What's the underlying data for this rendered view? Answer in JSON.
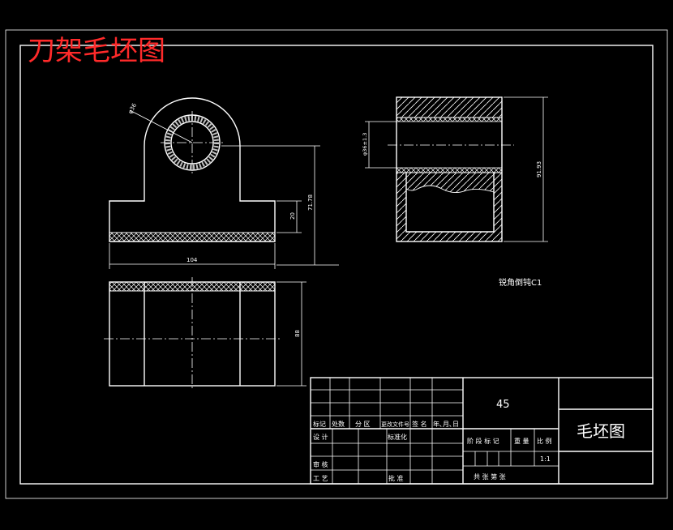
{
  "drawing_title": "刀架毛坯图",
  "note": "锐角倒钝C1",
  "dimensions": {
    "hole_diameter": "φ36",
    "overall_width": "104",
    "base_height": "20",
    "center_height": "71.78",
    "side_inner_dia": "φ36±1.3",
    "side_height": "91.93",
    "plan_depth": "88"
  },
  "title_block": {
    "material": "45",
    "part_name": "毛坯图",
    "scale": "1:1",
    "header_row": [
      "标记",
      "处数",
      "分 区",
      "更改文件号",
      "签 名",
      "年､月､日"
    ],
    "design": "设 计",
    "standardize": "标准化",
    "review": "审 核",
    "process": "工 艺",
    "approve": "批 准",
    "stage_mark": "阶 段 标 记",
    "weight": "重 量",
    "ratio": "比 例",
    "sheets": "共   张   第   张"
  },
  "colors": {
    "background": "#000000",
    "lines": "#ffffff",
    "title": "#ff2a2a"
  }
}
